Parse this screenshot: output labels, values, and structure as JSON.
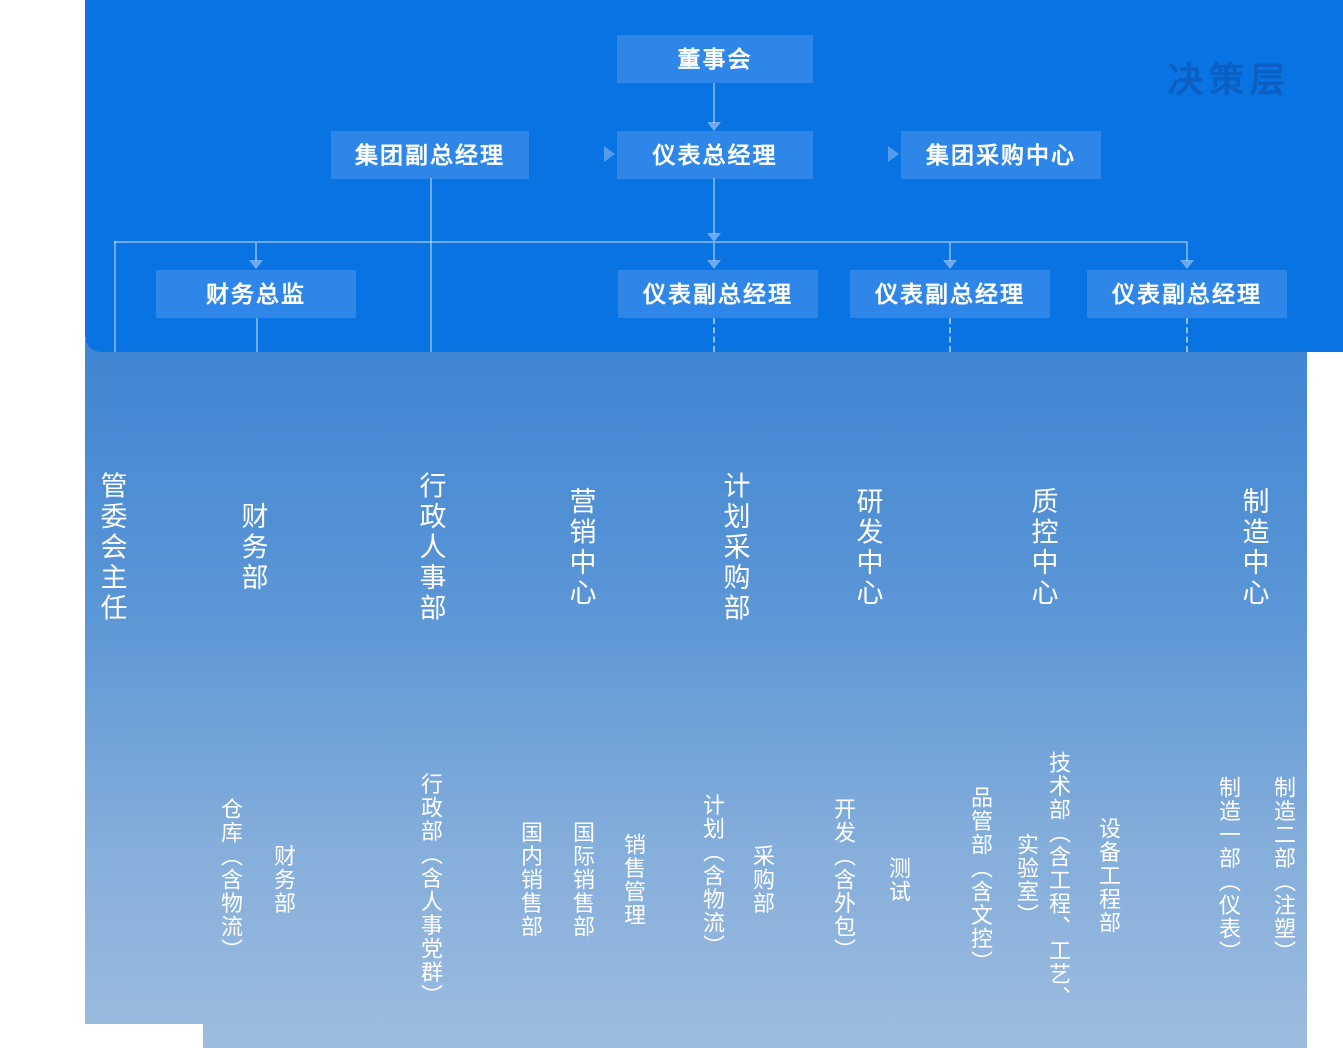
{
  "watermark": {
    "label": "决策层"
  },
  "org_chart": {
    "level1": [
      "董事会"
    ],
    "level2": [
      "集团副总经理",
      "仪表总经理",
      "集团采购中心"
    ],
    "level3": [
      "财务总监",
      "仪表副总经理",
      "仪表副总经理",
      "仪表副总经理"
    ],
    "divisions": [
      "管委会主任",
      "财务部",
      "行政人事部",
      "营销中心",
      "计划采购部",
      "研发中心",
      "质控中心",
      "制造中心"
    ],
    "departments": [
      "仓库（含物流）",
      "财务部",
      "行政部（含人事党群）",
      "国内销售部",
      "国际销售部",
      "销售管理",
      "计划（含物流）",
      "采购部",
      "开发（含外包）",
      "测试",
      "品管部（含文控）",
      "技术部（含工程、工艺、实验室）",
      "设备工程部",
      "制造一部（仪表）",
      "制造二部（注塑）"
    ]
  },
  "colors": {
    "top_panel": "#0a73e4",
    "gradient_top": "#3f85d2",
    "gradient_bottom": "#9dbcdf",
    "node_fill": "rgba(255,255,255,0.15)",
    "connector": "rgba(255,255,255,0.40)",
    "text": "#ffffff",
    "watermark": "#0b5ec2"
  }
}
